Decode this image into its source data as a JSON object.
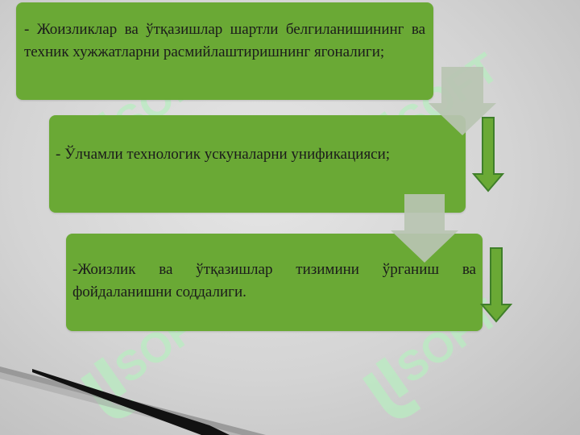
{
  "steps": [
    "- Жоизликлар ва ўтқазишлар шартли белгиланишининг ва техник хужжатларни расмийлаштиришнинг ягоналиги;",
    "- Ўлчамли технологик ускуналарни унификацияси;",
    "-Жоизлик ва ўтқазишлар тизимини ўрганиш ва фойдаланишни соддалиги."
  ],
  "watermark": {
    "text": "SOFT",
    "color": "#b9ecc0"
  },
  "colors": {
    "box_fill": "#6aa935",
    "gray_arrow": "#b9c4b2",
    "green_arrow": "#6aa935",
    "green_arrow_border": "#3f7f2a"
  }
}
